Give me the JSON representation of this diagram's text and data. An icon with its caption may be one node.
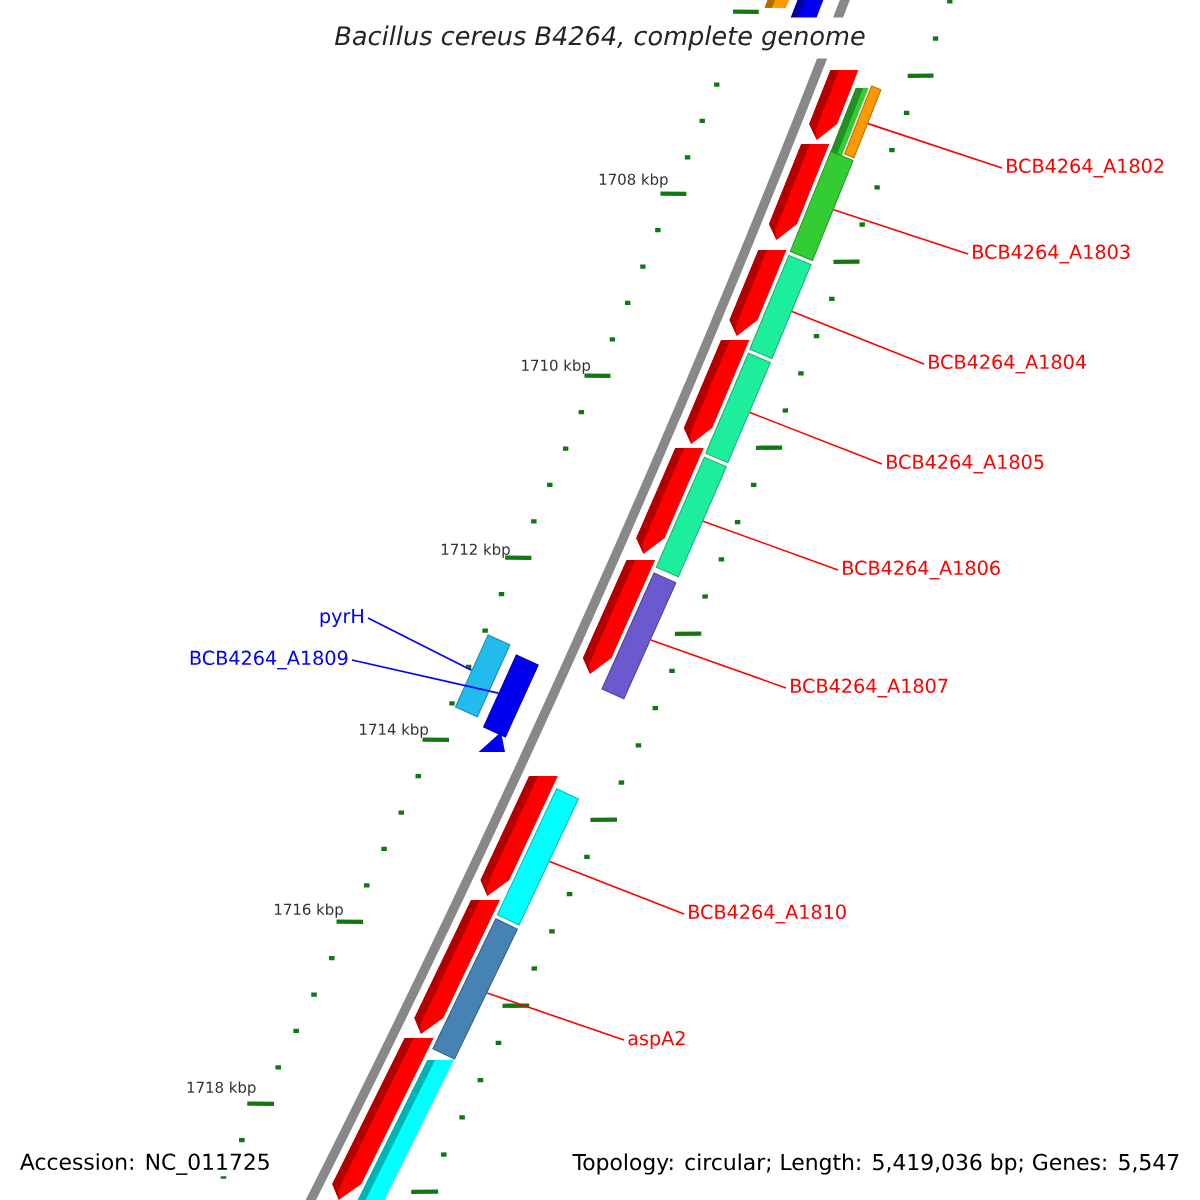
{
  "diagram": {
    "title": "Bacillus cereus B4264, complete genome",
    "nodes": [
      {
        "text": [
          "BCB4264_A1802"
        ]
      },
      {
        "text": [],
        "shape": "bar"
      },
      {
        "text": [
          "BCB4264_A1803"
        ]
      },
      {
        "text": [],
        "shape": "bar"
      },
      {
        "text": [
          "BCB4264_A1804"
        ]
      },
      {
        "text": [],
        "shape": "bar"
      },
      {
        "text": [
          "BCB4264_A1805"
        ]
      },
      {
        "text": [],
        "shape": "bar"
      },
      {
        "text": [
          "BCB4264_A1806"
        ]
      },
      {
        "text": [],
        "shape": "bar"
      },
      {
        "text": [
          "pyrH"
        ]
      },
      {
        "text": [],
        "shape": "bar"
      },
      {
        "text": [
          "BCB4264_A1809"
        ]
      },
      {
        "text": [],
        "shape": "bar"
      },
      {
        "text": [
          "BCB4264_A1807"
        ]
      },
      {
        "text": [],
        "shape": "bar"
      },
      {
        "text": [
          "BCB4264_A1810"
        ]
      },
      {
        "text": [],
        "shape": "bar"
      },
      {
        "text": [
          "aspA2"
        ]
      },
      {
        "text": [],
        "shape": "bar"
      }
    ],
    "edges": [
      {
        "from": 0,
        "to": 1,
        "arrow": "none"
      },
      {
        "from": 2,
        "to": 3,
        "arrow": "none"
      },
      {
        "from": 4,
        "to": 5,
        "arrow": "none"
      },
      {
        "from": 6,
        "to": 7,
        "arrow": "none"
      },
      {
        "from": 8,
        "to": 9,
        "arrow": "none"
      },
      {
        "from": 10,
        "to": 11,
        "arrow": "none",
        "color": "#0000ff"
      },
      {
        "from": 12,
        "to": 13,
        "arrow": "none",
        "color": "#0000ff"
      },
      {
        "from": 14,
        "to": 15,
        "arrow": "none"
      },
      {
        "from": 16,
        "to": 17,
        "arrow": "none"
      },
      {
        "from": 18,
        "to": 19,
        "arrow": "none"
      }
    ],
    "labels": [
      "1708 kbp",
      "1710 kbp",
      "1712 kbp",
      "1714 kbp",
      "1716 kbp",
      "1718 kbp",
      "Accession: NC_011725",
      "Topology: circular; Length: 5,419,036 bp; Genes: 5,547"
    ]
  }
}
